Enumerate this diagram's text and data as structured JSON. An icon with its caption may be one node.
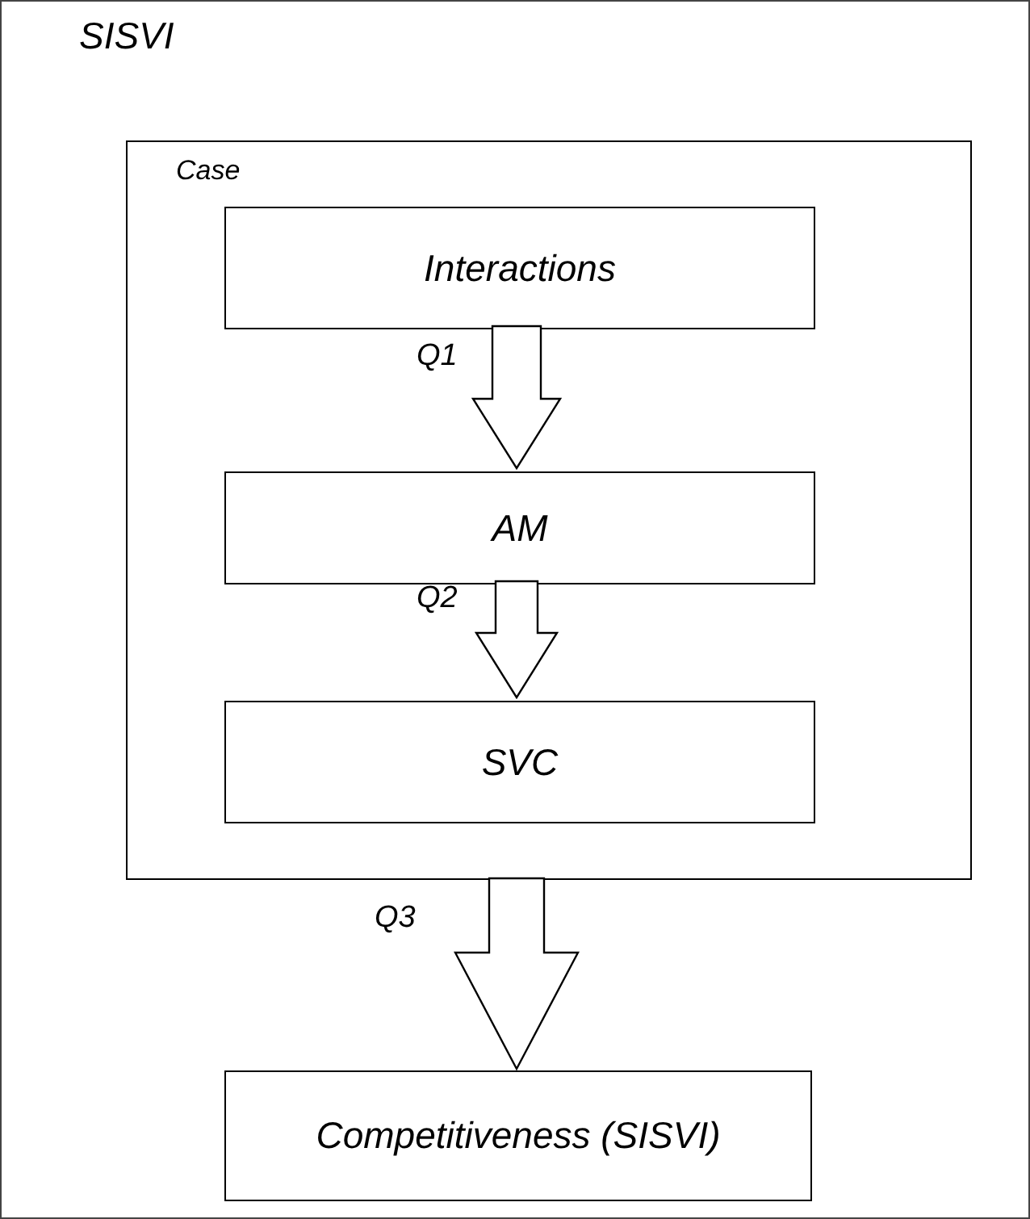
{
  "diagram": {
    "nodes": [
      {
        "text": [
          "SISVI"
        ]
      },
      {
        "text": [
          "Case"
        ],
        "in": 0
      },
      {
        "text": [
          "Interactions"
        ],
        "in": 1
      },
      {
        "text": [
          "AM"
        ],
        "in": 1
      },
      {
        "text": [
          "SVC"
        ],
        "in": 1
      },
      {
        "text": [
          "Competitiveness (SISVI)"
        ],
        "in": 0
      }
    ],
    "edges": [
      {
        "from": 2,
        "to": 3,
        "arrow": "to",
        "label": "Q1",
        "style": "thick"
      },
      {
        "from": 3,
        "to": 4,
        "arrow": "to",
        "label": "Q2",
        "style": "thick"
      },
      {
        "from": 1,
        "to": 5,
        "arrow": "to",
        "label": "Q3",
        "style": "thick"
      }
    ]
  }
}
